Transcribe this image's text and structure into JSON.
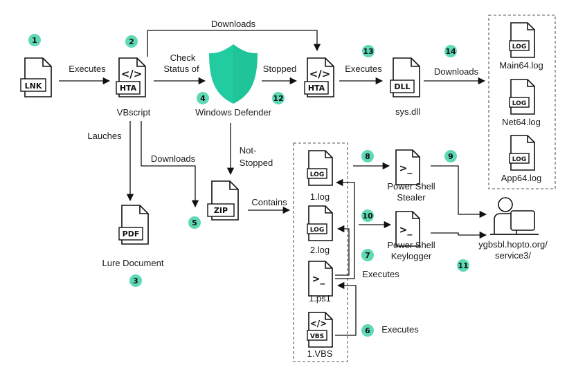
{
  "colors": {
    "badge": "#5FD9B5",
    "shield": "#22CCA0",
    "ink": "#111111"
  },
  "badges": {
    "b1": "1",
    "b2": "2",
    "b3": "3",
    "b4": "4",
    "b5": "5",
    "b6": "6",
    "b7": "7",
    "b8": "8",
    "b9": "9",
    "b10": "10",
    "b11": "11",
    "b12": "12",
    "b13": "13",
    "b14": "14"
  },
  "nodes": {
    "lnk": {
      "tag": "LNK"
    },
    "hta1": {
      "tag": "HTA",
      "code": "</>",
      "caption": "VBscript"
    },
    "defender": {
      "caption": "Windows Defender",
      "icon": "shield-icon"
    },
    "hta2": {
      "tag": "HTA",
      "code": "</>"
    },
    "dll": {
      "tag": "DLL",
      "caption": "sys.dll"
    },
    "pdf": {
      "tag": "PDF",
      "caption": "Lure Document"
    },
    "zip": {
      "tag": "ZIP"
    },
    "log1": {
      "tag": "LOG",
      "caption": "1.log"
    },
    "log2": {
      "tag": "LOG",
      "caption": "2.log"
    },
    "ps1": {
      "glyph": ">_",
      "caption": "1.ps1"
    },
    "vbs": {
      "tag": "VBS",
      "code": "</>",
      "caption": "1.VBS"
    },
    "stealer": {
      "glyph": ">_",
      "caption1": "Power Shell",
      "caption2": "Stealer"
    },
    "keylogger": {
      "glyph": ">_",
      "caption1": "Power Shell",
      "caption2": "Keylogger"
    },
    "c2": {
      "caption1": "ygbsbl.hopto.org/",
      "caption2": "service3/",
      "icon": "user-computer-icon"
    },
    "main64": {
      "tag": "LOG",
      "caption": "Main64.log"
    },
    "net64": {
      "tag": "LOG",
      "caption": "Net64.log"
    },
    "app64": {
      "tag": "LOG",
      "caption": "App64.log"
    }
  },
  "edges": {
    "executes1": "Executes",
    "downloads_top": "Downloads",
    "check1": "Check",
    "check2": "Status of",
    "stopped": "Stopped",
    "executes13": "Executes",
    "downloads14": "Downloads",
    "lauches": "Lauches",
    "downloads_zip": "Downloads",
    "notstopped1": "Not-",
    "notstopped2": "Stopped",
    "contains": "Contains",
    "executes7": "Executes",
    "executes6": "Executes"
  }
}
